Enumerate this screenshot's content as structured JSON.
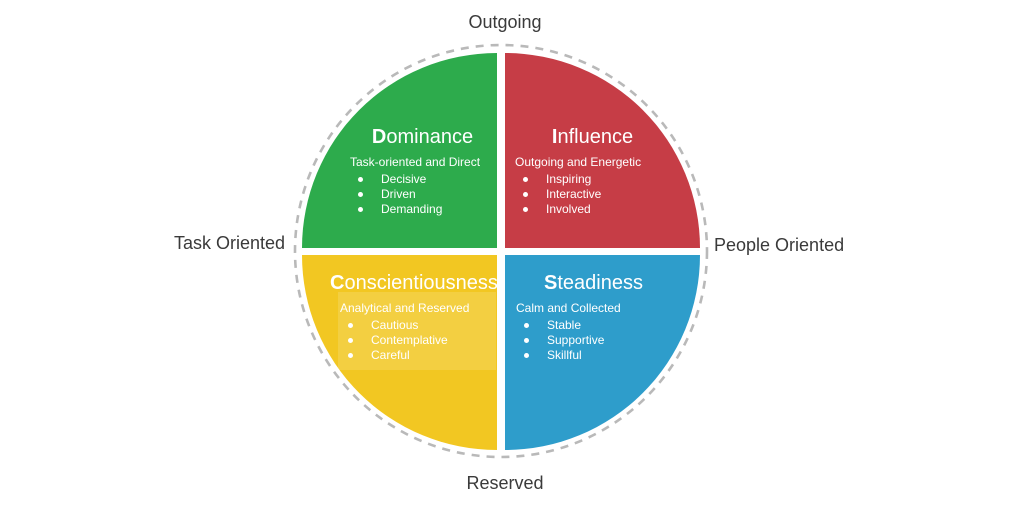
{
  "axes": {
    "top": "Outgoing",
    "bottom": "Reserved",
    "left": "Task Oriented",
    "right": "People Oriented"
  },
  "colors": {
    "dominance_green": "#2dab4c",
    "influence_red": "#c63d46",
    "conscientiousness_yellow": "#f2c722",
    "steadiness_blue": "#2e9dcb",
    "ring_gray": "#b9b9b9",
    "axis_label_text": "#3a3a3a"
  },
  "quadrants": [
    {
      "name": "Dominance",
      "title_initial": "D",
      "title_rest": "ominance",
      "subtitle": "Task-oriented and Direct",
      "bullets": [
        "Decisive",
        "Driven",
        "Demanding"
      ],
      "color": "#2dab4c"
    },
    {
      "name": "Influence",
      "title_initial": "I",
      "title_rest": "nfluence",
      "subtitle": "Outgoing and Energetic",
      "bullets": [
        "Inspiring",
        "Interactive",
        "Involved"
      ],
      "color": "#c63d46"
    },
    {
      "name": "Conscientiousness",
      "title_initial": "C",
      "title_rest": "onscientiousness",
      "subtitle": "Analytical and Reserved",
      "bullets": [
        "Cautious",
        "Contemplative",
        "Careful"
      ],
      "color": "#f2c722"
    },
    {
      "name": "Steadiness",
      "title_initial": "S",
      "title_rest": "teadiness",
      "subtitle": "Calm and Collected",
      "bullets": [
        "Stable",
        "Supportive",
        "Skillful"
      ],
      "color": "#2e9dcb"
    }
  ]
}
